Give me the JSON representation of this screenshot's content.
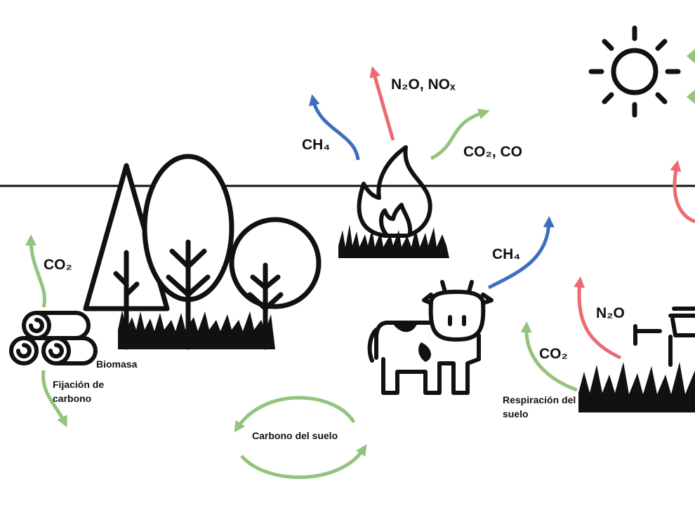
{
  "labels": {
    "fire_n2o_nox": "N₂O, NOₓ",
    "fire_ch4": "CH₄",
    "fire_co2_co": "CO₂, CO",
    "biomass_co2": "CO₂",
    "biomass": "Biomasa",
    "carbon_fixation": "Fijación de carbono",
    "cow_ch4": "CH₄",
    "soil_n2o": "N₂O",
    "soil_co2": "CO₂",
    "soil_respiration": "Respiración del suelo",
    "soil_carbon": "Carbono del suelo"
  },
  "colors": {
    "co2": "#93c47d",
    "n2o": "#ea6b72",
    "ch4": "#3d6fbf",
    "ink": "#111111"
  }
}
